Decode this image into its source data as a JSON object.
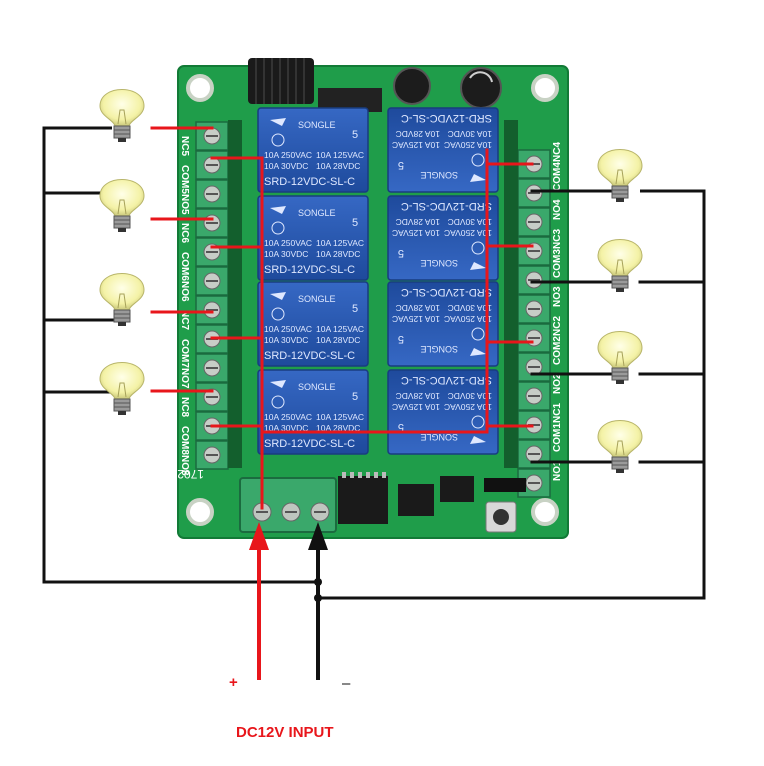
{
  "relay": {
    "brand": "SONGLE",
    "rating1": "10A 250VAC",
    "rating1b": "10A 125VAC",
    "rating2": "10A 30VDC",
    "rating2b": "10A 28VDC",
    "model": "SRD-12VDC-SL-C",
    "cert": "5"
  },
  "board": {
    "code": "170216"
  },
  "pins_left": [
    "NC5",
    "COM5",
    "NO5",
    "NC6",
    "COM6",
    "NO6",
    "NC7",
    "COM7",
    "NO7",
    "NC8",
    "COM8",
    "NO8"
  ],
  "pins_right": [
    "NC4",
    "COM4",
    "NO4",
    "NC3",
    "COM3",
    "NO3",
    "NC2",
    "COM2",
    "NO2",
    "NC1",
    "COM1",
    "NO1"
  ],
  "power": {
    "plus": "+",
    "minus": "–",
    "label": "DC12V INPUT"
  },
  "colors": {
    "board": "#1f9d4a",
    "relay": "#2553a8",
    "terminal": "#3aa86b",
    "wire_red": "#e8161b",
    "wire_black": "#111111"
  }
}
